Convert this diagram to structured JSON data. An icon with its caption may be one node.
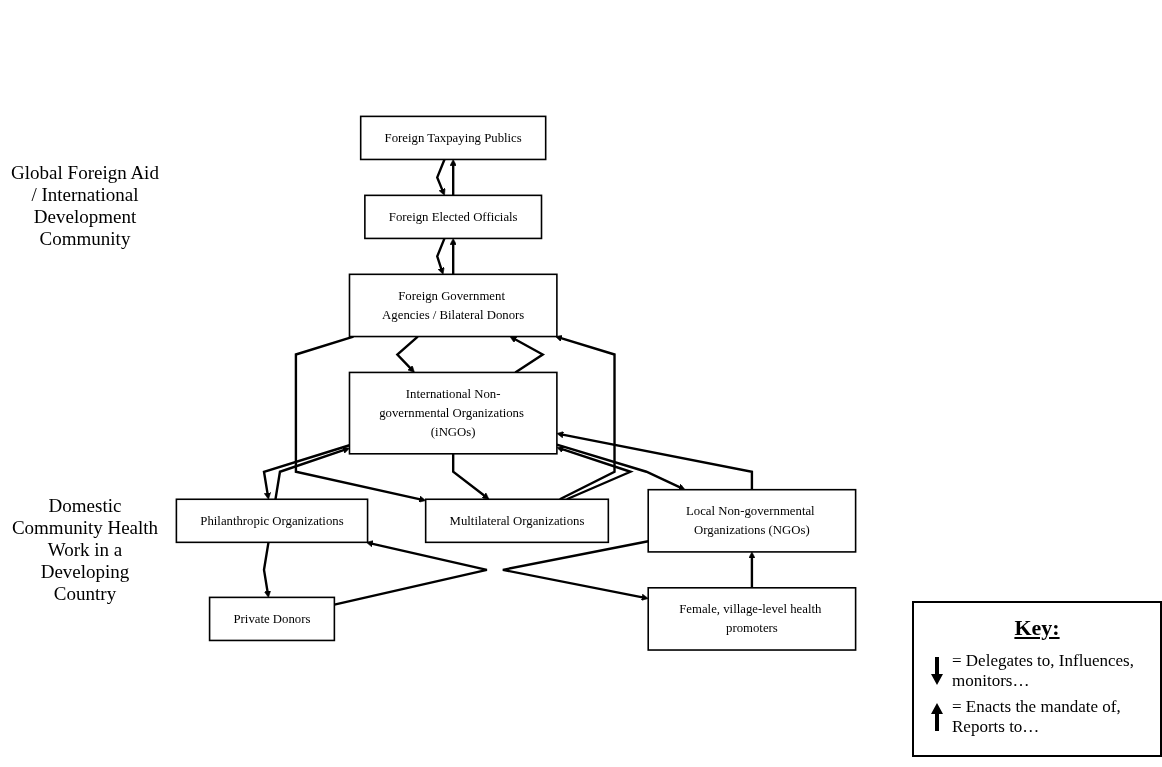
{
  "diagram": {
    "nodes": [
      {
        "text": [
          "Foreign Taxpaying Publics"
        ]
      },
      {
        "text": [
          "Private Donors"
        ]
      },
      {
        "text": [
          "Foreign Elected Officials"
        ]
      },
      {
        "text": [
          "Foreign Government Agencies / Bilateral Donors"
        ]
      },
      {
        "text": [
          "Philanthropic Organizations"
        ]
      },
      {
        "text": [
          "Multilateral Organizations"
        ]
      },
      {
        "text": [
          "International Non-governmental Organizations (iNGOs)"
        ]
      },
      {
        "text": [
          "Local Non-governmental Organizations (NGOs)"
        ]
      },
      {
        "text": [
          "Female, village-level health promoters"
        ]
      }
    ],
    "edges": [
      {
        "from": 0,
        "to": 2,
        "arrow": "to"
      },
      {
        "from": 2,
        "to": 0,
        "arrow": "to"
      },
      {
        "from": 4,
        "to": 1,
        "arrow": "to"
      },
      {
        "from": 1,
        "to": 4,
        "arrow": "to"
      },
      {
        "from": 2,
        "to": 3,
        "arrow": "to"
      },
      {
        "from": 3,
        "to": 2,
        "arrow": "to"
      },
      {
        "from": 3,
        "to": 6,
        "arrow": "to"
      },
      {
        "from": 6,
        "to": 3,
        "arrow": "to"
      },
      {
        "from": 3,
        "to": 5,
        "arrow": "to"
      },
      {
        "from": 5,
        "to": 3,
        "arrow": "to"
      },
      {
        "from": 5,
        "to": 6,
        "arrow": "to"
      },
      {
        "from": 6,
        "to": 5,
        "arrow": "to"
      },
      {
        "from": 6,
        "to": 4,
        "arrow": "to"
      },
      {
        "from": 4,
        "to": 6,
        "arrow": "to"
      },
      {
        "from": 6,
        "to": 7,
        "arrow": "to"
      },
      {
        "from": 7,
        "to": 6,
        "arrow": "to"
      },
      {
        "from": 7,
        "to": 8,
        "arrow": "to"
      },
      {
        "from": 8,
        "to": 7,
        "arrow": "to"
      }
    ],
    "labels": [
      "Global Foreign Aid / International Development Community",
      "Domestic Community Health Work in a Developing Country",
      "Key:"
    ],
    "legend": [
      {
        "text": "= Delegates to, Influences, monitors…"
      },
      {
        "text": "= Enacts the mandate of, Reports to…"
      }
    ]
  }
}
